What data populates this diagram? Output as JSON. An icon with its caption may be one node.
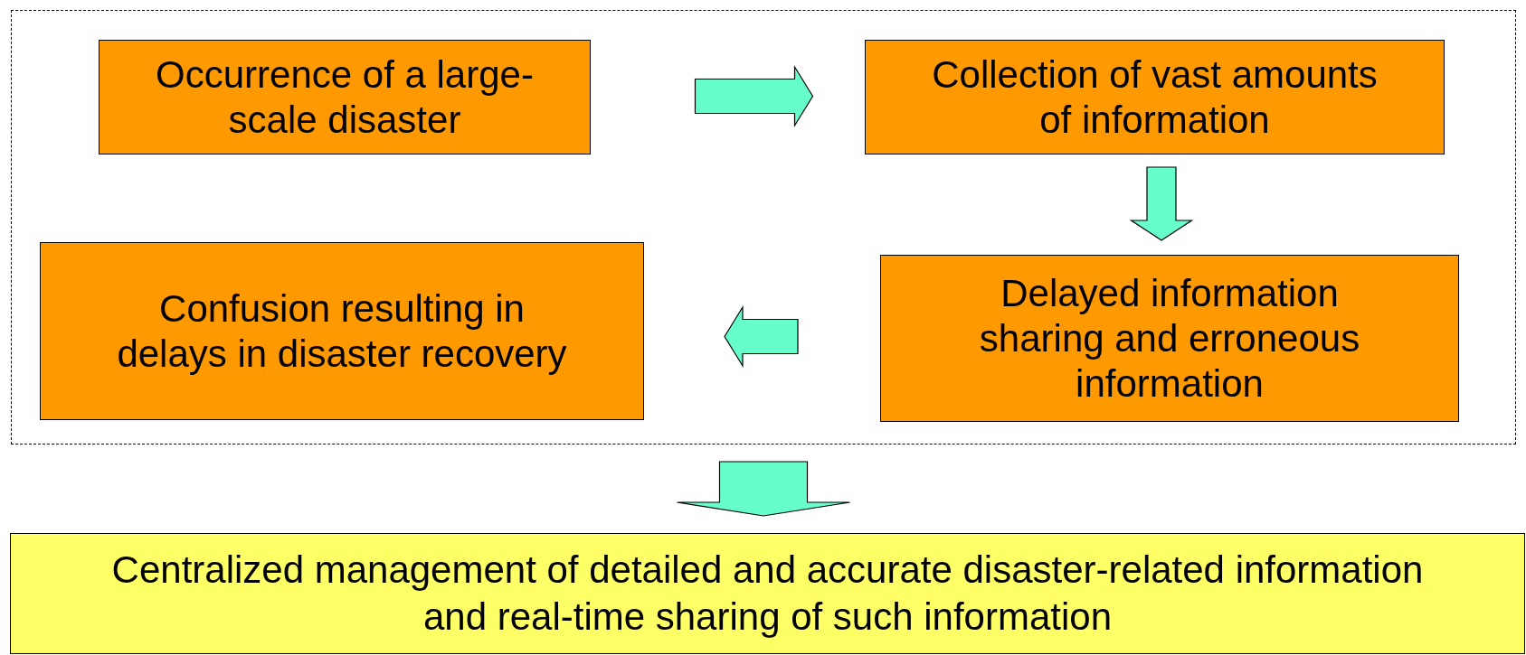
{
  "diagram": {
    "nodes": [
      {
        "text": [],
        "shape": "box"
      },
      {
        "text": [
          "Occurrence of a large-scale disaster"
        ],
        "in": 0
      },
      {
        "text": [
          "Collection of vast amounts of information"
        ],
        "in": 0
      },
      {
        "text": [
          "Confusion resulting in delays in disaster recovery"
        ],
        "in": 0
      },
      {
        "text": [
          "Delayed information sharing and erroneous information"
        ],
        "in": 0
      },
      {
        "text": [
          "Centralized management of detailed and accurate disaster-related information and real-time sharing of such information"
        ]
      }
    ],
    "edges": [
      {
        "from": 1,
        "to": 2,
        "arrow": "to"
      },
      {
        "from": 2,
        "to": 4,
        "arrow": "to"
      },
      {
        "from": 4,
        "to": 3,
        "arrow": "to"
      },
      {
        "from": 0,
        "to": 5,
        "arrow": "to"
      }
    ]
  }
}
